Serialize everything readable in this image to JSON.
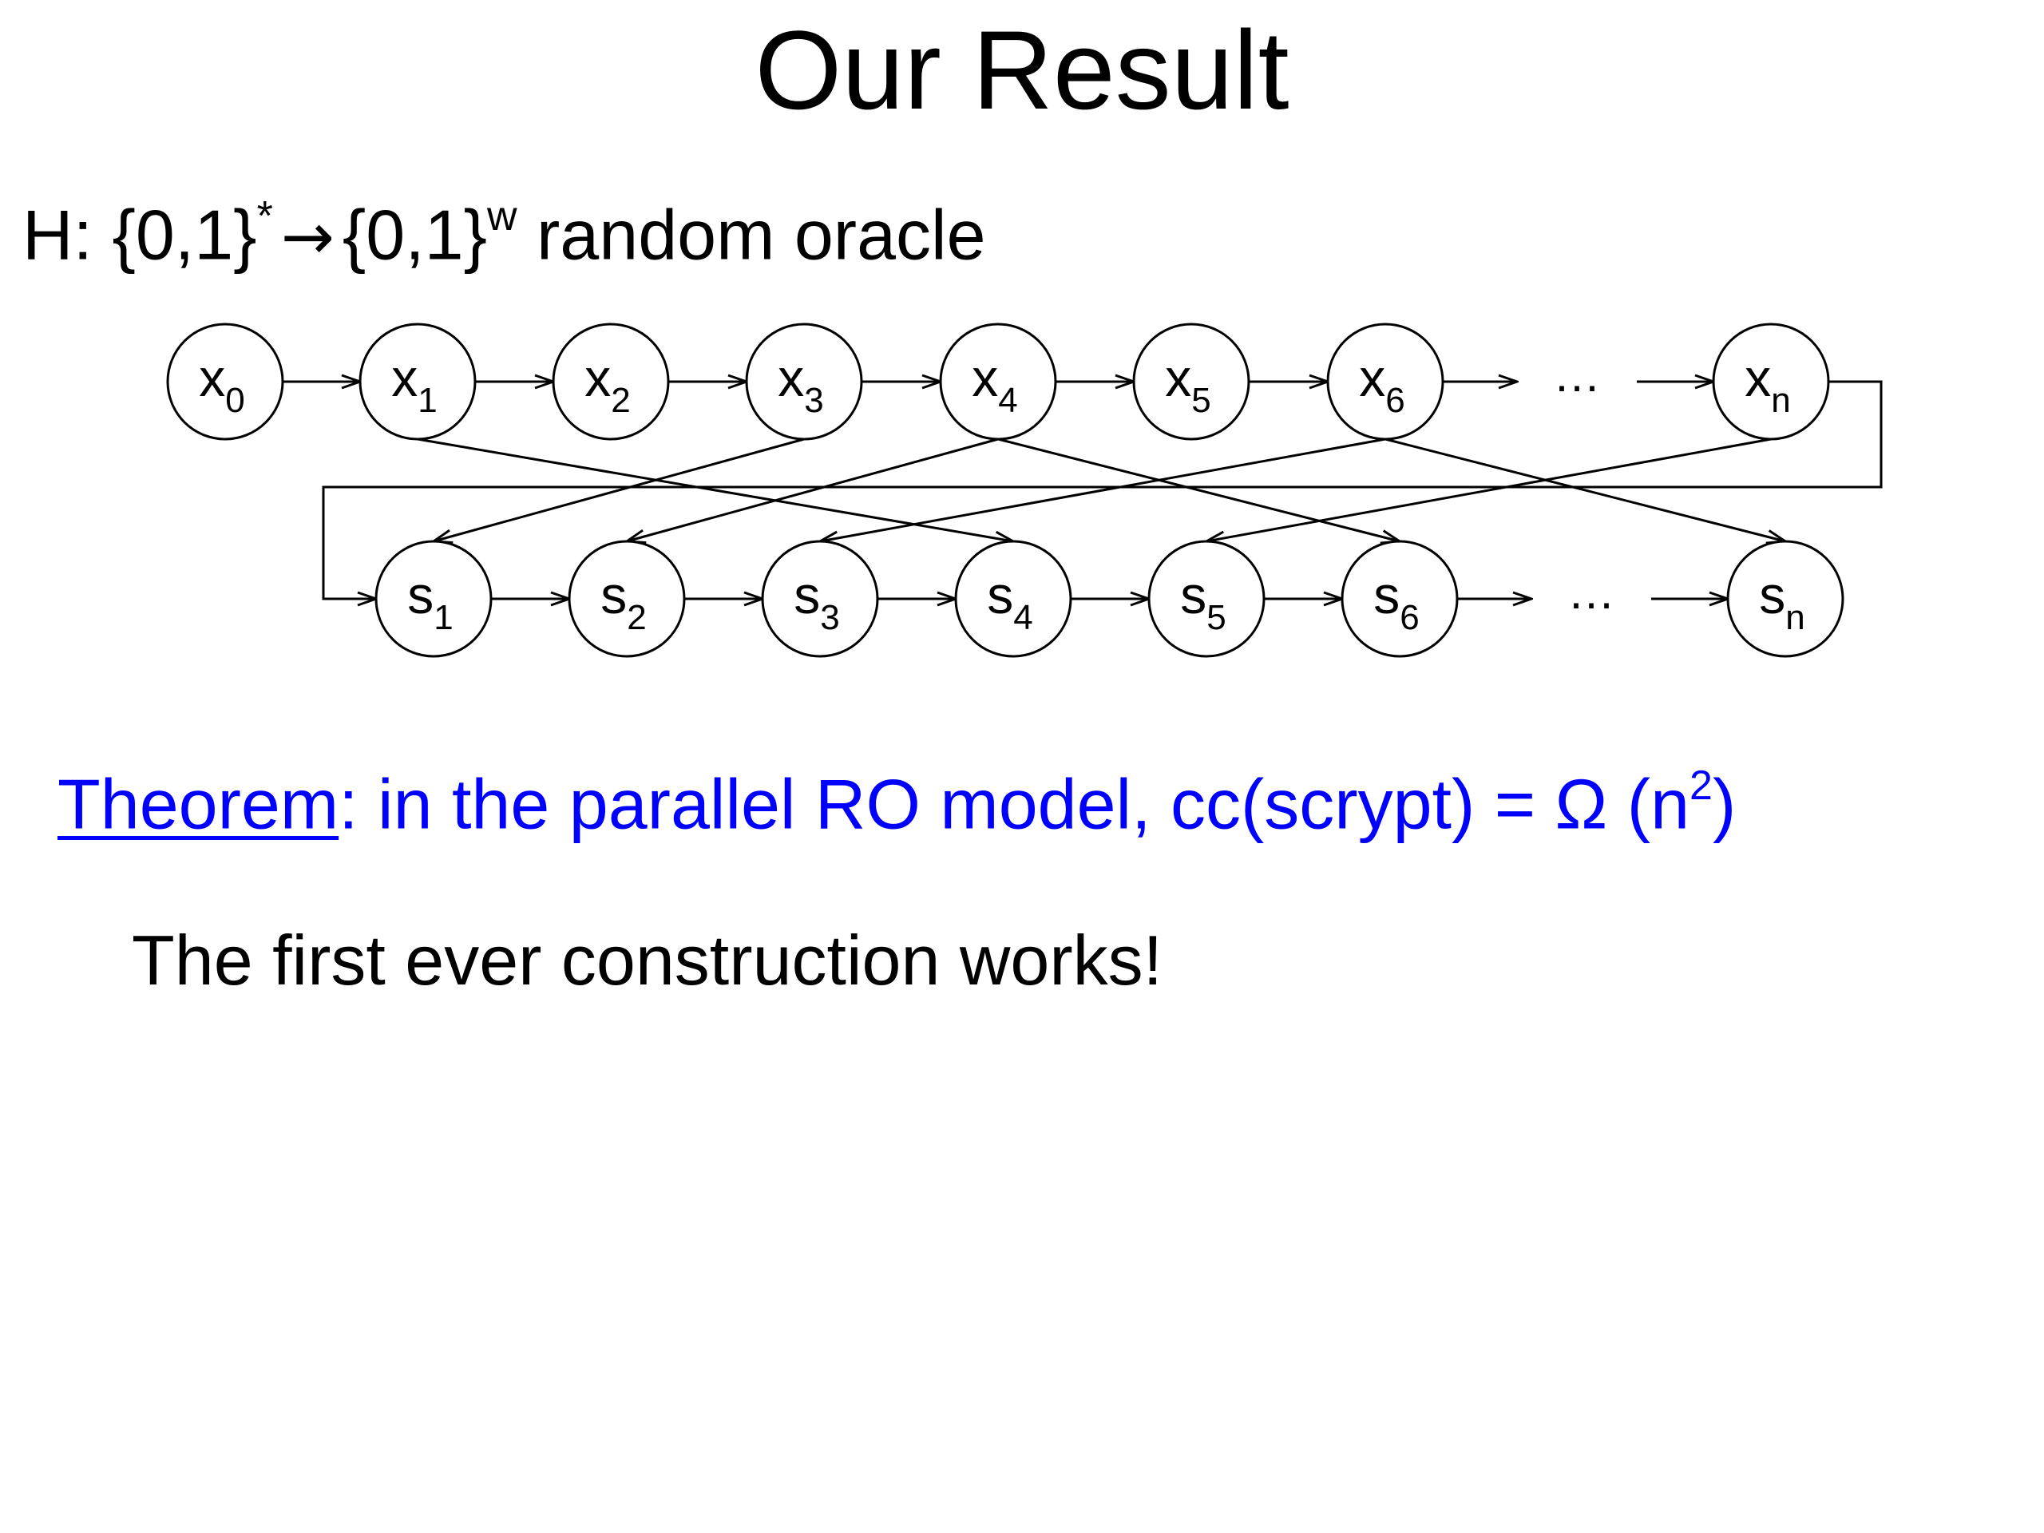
{
  "slide": {
    "title": "Our Result"
  },
  "hash_definition": {
    "name": "H:",
    "domain": "{0,1}",
    "domain_sup": "*",
    "arrow": "→",
    "codomain": "{0,1}",
    "codomain_sup": "w",
    "description": "random oracle"
  },
  "diagram": {
    "x_nodes": [
      {
        "label": "x",
        "sub": "0"
      },
      {
        "label": "x",
        "sub": "1"
      },
      {
        "label": "x",
        "sub": "2"
      },
      {
        "label": "x",
        "sub": "3"
      },
      {
        "label": "x",
        "sub": "4"
      },
      {
        "label": "x",
        "sub": "5"
      },
      {
        "label": "x",
        "sub": "6"
      },
      {
        "label": "x",
        "sub": "n"
      }
    ],
    "s_nodes": [
      {
        "label": "s",
        "sub": "1"
      },
      {
        "label": "s",
        "sub": "2"
      },
      {
        "label": "s",
        "sub": "3"
      },
      {
        "label": "s",
        "sub": "4"
      },
      {
        "label": "s",
        "sub": "5"
      },
      {
        "label": "s",
        "sub": "6"
      },
      {
        "label": "s",
        "sub": "n"
      }
    ],
    "ellipsis": "…"
  },
  "theorem": {
    "keyword": "Theorem",
    "text_before": ": in the parallel RO model, cc(scrypt) = Ω (n",
    "sup": "2",
    "text_after": ")"
  },
  "remark": "The first ever construction works!",
  "colors": {
    "text": "#000000",
    "theorem": "#0000ff",
    "background": "#ffffff"
  }
}
